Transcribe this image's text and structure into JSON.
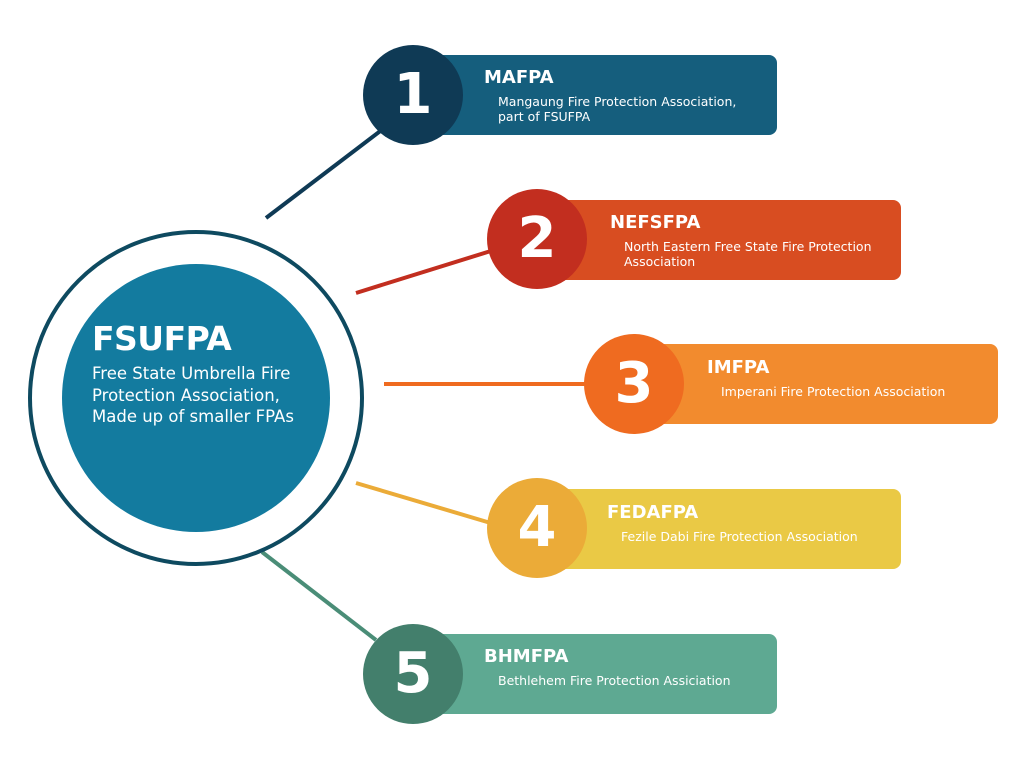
{
  "hub": {
    "title": "FSUFPA",
    "description": "Free State Umbrella Fire Protection Association, Made up of smaller FPAs",
    "ring_color": "#0e4a60",
    "core_color": "#137b9f"
  },
  "items": [
    {
      "number": "1",
      "abbr": "MAFPA",
      "description": "Mangaung Fire Protection Association, part of FSUFPA",
      "circle_color": "#0f3a55",
      "card_color": "#155e7d",
      "line_color": "#0f3a55"
    },
    {
      "number": "2",
      "abbr": "NEFSFPA",
      "description": "North Eastern Free State Fire Protection Association",
      "circle_color": "#c22e1f",
      "card_color": "#d84d21",
      "line_color": "#c22e1f"
    },
    {
      "number": "3",
      "abbr": "IMFPA",
      "description": "Imperani Fire Protection Association",
      "circle_color": "#ef6b20",
      "card_color": "#f28b2e",
      "line_color": "#ef6b20"
    },
    {
      "number": "4",
      "abbr": "FEDAFPA",
      "description": "Fezile Dabi Fire Protection Association",
      "circle_color": "#ebab38",
      "card_color": "#eac945",
      "line_color": "#ebab38"
    },
    {
      "number": "5",
      "abbr": "BHMFPA",
      "description": "Bethlehem Fire Protection Assiciation",
      "circle_color": "#437f6c",
      "card_color": "#5ea992",
      "line_color": "#4a8d77"
    }
  ]
}
